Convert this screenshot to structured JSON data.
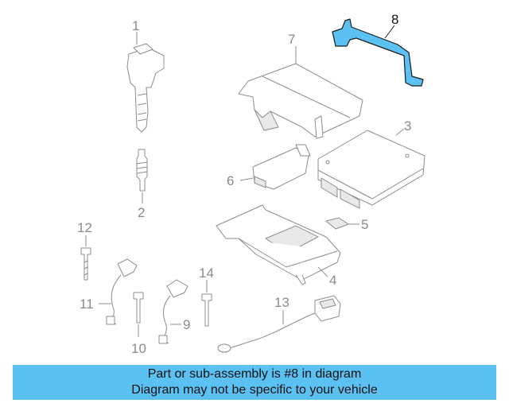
{
  "callouts": {
    "c1": "1",
    "c2": "2",
    "c3": "3",
    "c4": "4",
    "c5": "5",
    "c6": "6",
    "c7": "7",
    "c8": "8",
    "c9": "9",
    "c10": "10",
    "c11": "11",
    "c12": "12",
    "c13": "13",
    "c14": "14"
  },
  "highlight": {
    "part_number": "8",
    "color": "#5bc0f2"
  },
  "banner": {
    "line1": "Part or sub-assembly is #8 in diagram",
    "line2": "Diagram may not be specific to your vehicle",
    "background": "#5bc0f2"
  }
}
